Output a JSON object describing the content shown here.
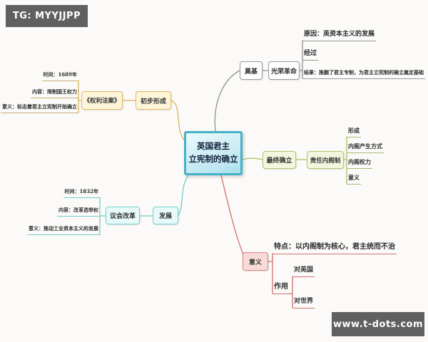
{
  "watermarks": {
    "telegram": "TG: MYYJJPP",
    "website": "www.t-dots.com"
  },
  "center": {
    "title_line1": "英国君主",
    "title_line2": "立宪制的确立"
  },
  "branch_initial": {
    "stage": "初步形成",
    "topic": "《权利法案》",
    "leaf_time": "时间：1689年",
    "leaf_content": "内容：限制国王权力",
    "leaf_significance": "意义：标志着君主立宪制开始确立"
  },
  "branch_foundation": {
    "stage": "奠基",
    "topic": "光荣革命",
    "leaf_cause": "原因：英资本主义的发展",
    "leaf_process": "经过",
    "leaf_result": "结果：推翻了君主专制，为君主立宪制的确立奠定基础"
  },
  "branch_final": {
    "stage": "最终确立",
    "topic": "责任内阁制",
    "leaf_formation": "形成",
    "leaf_method": "内阁产生方式",
    "leaf_power": "内阁权力",
    "leaf_significance": "意义"
  },
  "branch_development": {
    "stage": "发展",
    "topic": "议会改革",
    "leaf_time": "时间：1832年",
    "leaf_content": "内容：改革选举权",
    "leaf_significance": "意义：推动工业资本主义的发展"
  },
  "branch_significance": {
    "stage": "意义",
    "leaf_feature": "特点：以内阁制为核心，君主统而不治",
    "leaf_role": "作用",
    "leaf_britain": "对英国",
    "leaf_world": "对世界"
  },
  "colors": {
    "center_border": "#43b1ca",
    "center_fill": "#c3e8f2",
    "yellow_branch": "#e2b95c",
    "gray_branch": "#9a9a9a",
    "green_branch": "#aec46e",
    "cyan_branch": "#74d2d2",
    "red_branch": "#d8837e",
    "watermark_bg": "#606060"
  }
}
